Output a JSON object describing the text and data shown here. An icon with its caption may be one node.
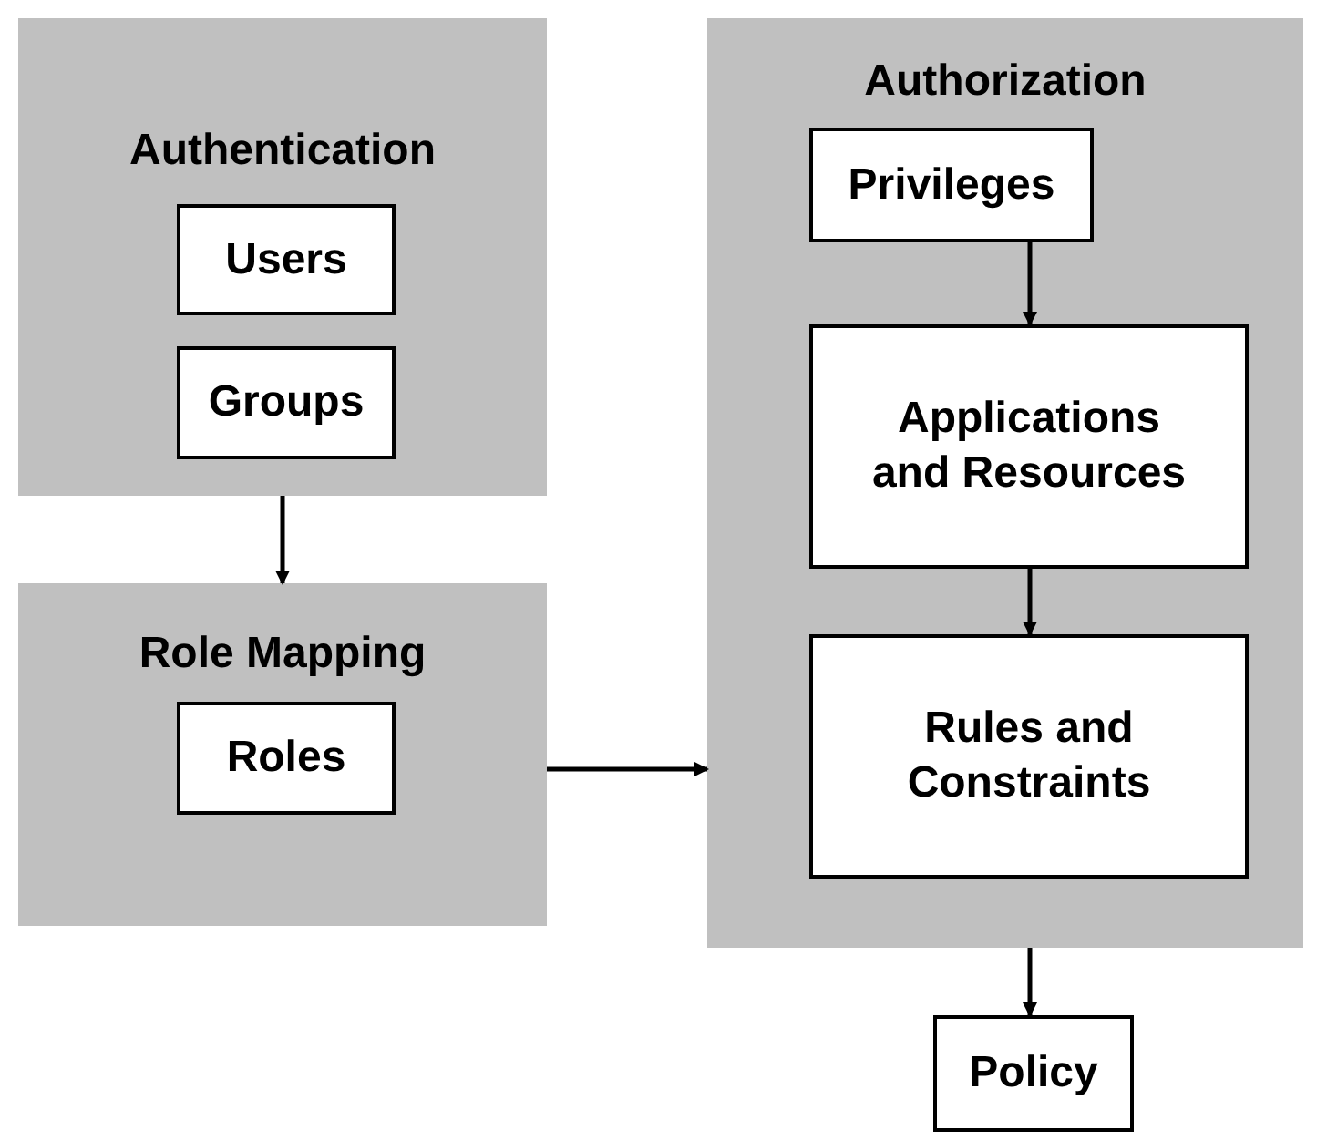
{
  "diagram": {
    "nodes": [
      {
        "text": [
          "Authentication"
        ]
      },
      {
        "text": [
          "Users"
        ],
        "in": 0
      },
      {
        "text": [
          "Groups"
        ],
        "in": 0
      },
      {
        "text": [
          "Role Mapping"
        ]
      },
      {
        "text": [
          "Roles"
        ],
        "in": 3
      },
      {
        "text": [
          "Authorization"
        ]
      },
      {
        "text": [
          "Privileges"
        ],
        "in": 5
      },
      {
        "text": [
          "Applications and Resources"
        ],
        "in": 5
      },
      {
        "text": [
          "Rules and Constraints"
        ],
        "in": 5
      },
      {
        "text": [
          "Policy"
        ]
      }
    ],
    "edges": [
      {
        "from": 0,
        "to": 3,
        "arrow": "to"
      },
      {
        "from": 3,
        "to": 5,
        "arrow": "to"
      },
      {
        "from": 6,
        "to": 7,
        "arrow": "to"
      },
      {
        "from": 7,
        "to": 8,
        "arrow": "to"
      },
      {
        "from": 5,
        "to": 9,
        "arrow": "to"
      }
    ]
  }
}
